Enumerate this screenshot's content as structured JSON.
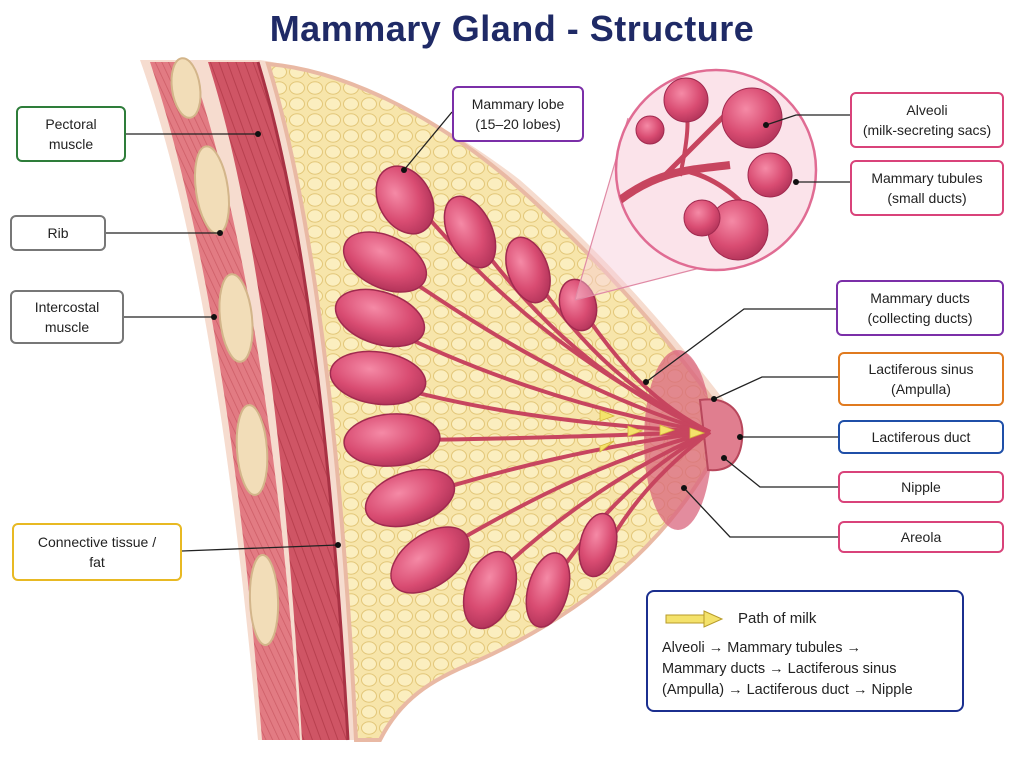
{
  "title": "Mammary Gland - Structure",
  "labels": {
    "pectoral": [
      "Pectoral",
      "muscle"
    ],
    "rib": [
      "Rib"
    ],
    "intercostal": [
      "Intercostal",
      "muscle"
    ],
    "connective": [
      "Connective tissue /",
      "fat"
    ],
    "lobe": [
      "Mammary lobe",
      "(15–20 lobes)"
    ],
    "alveoli": [
      "Alveoli",
      "(milk-secreting sacs)"
    ],
    "tubules": [
      "Mammary tubules",
      "(small ducts)"
    ],
    "ducts": [
      "Mammary ducts",
      "(collecting ducts)"
    ],
    "sinus": [
      "Lactiferous sinus",
      "(Ampulla)"
    ],
    "lactiferous_duct": [
      "Lactiferous duct"
    ],
    "nipple": [
      "Nipple"
    ],
    "areola": [
      "Areola"
    ]
  },
  "legend": {
    "heading": "Path of milk",
    "line1": "Alveoli  →  Mammary tubules  →",
    "line2": "Mammary ducts  →  Lactiferous sinus",
    "line3": "(Ampulla)  →  Lactiferous duct  →  Nipple"
  },
  "colors": {
    "title": "#1f2a66",
    "muscle": "#c94b5a",
    "fat": "#f5e1a0",
    "lobe": "#d94c72",
    "skin": "#f3d6c6",
    "border_green": "#2e7d3a",
    "border_gray": "#777777",
    "border_yellow": "#e8b923",
    "border_purple": "#7b2fa8",
    "border_pink": "#d9437a",
    "border_orange": "#e07a1f",
    "border_blue": "#1f4fa8"
  }
}
